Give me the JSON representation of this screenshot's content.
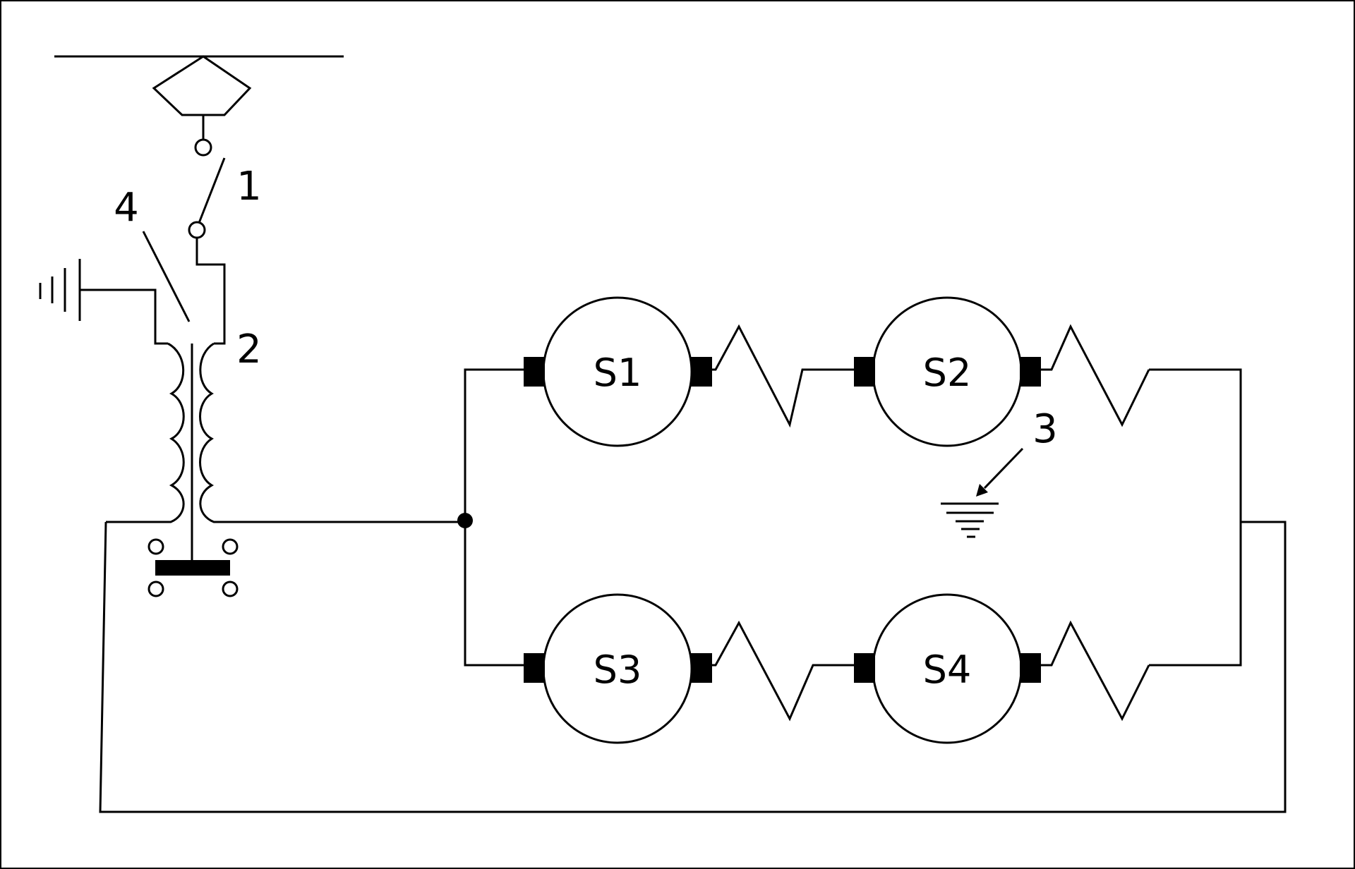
{
  "colors": {
    "motor_fill": "#d9d9d9",
    "roller_fill": "#d9d9d9",
    "line": "#000000",
    "background": "#ffffff"
  },
  "labels": {
    "callout_1": "1",
    "callout_2": "2",
    "callout_3": "3",
    "callout_4": "4"
  },
  "motors": {
    "s1": "S1",
    "s2": "S2",
    "s3": "S3",
    "s4": "S4"
  },
  "icons": {
    "pantograph": "pantograph-icon",
    "switch": "switch-icon",
    "transformer": "transformer-icon",
    "ground": "ground-icon",
    "earth": "earth-ground-icon",
    "resistor": "resistor-icon",
    "motor": "motor-icon",
    "wheelset": "wheelset-icon"
  }
}
